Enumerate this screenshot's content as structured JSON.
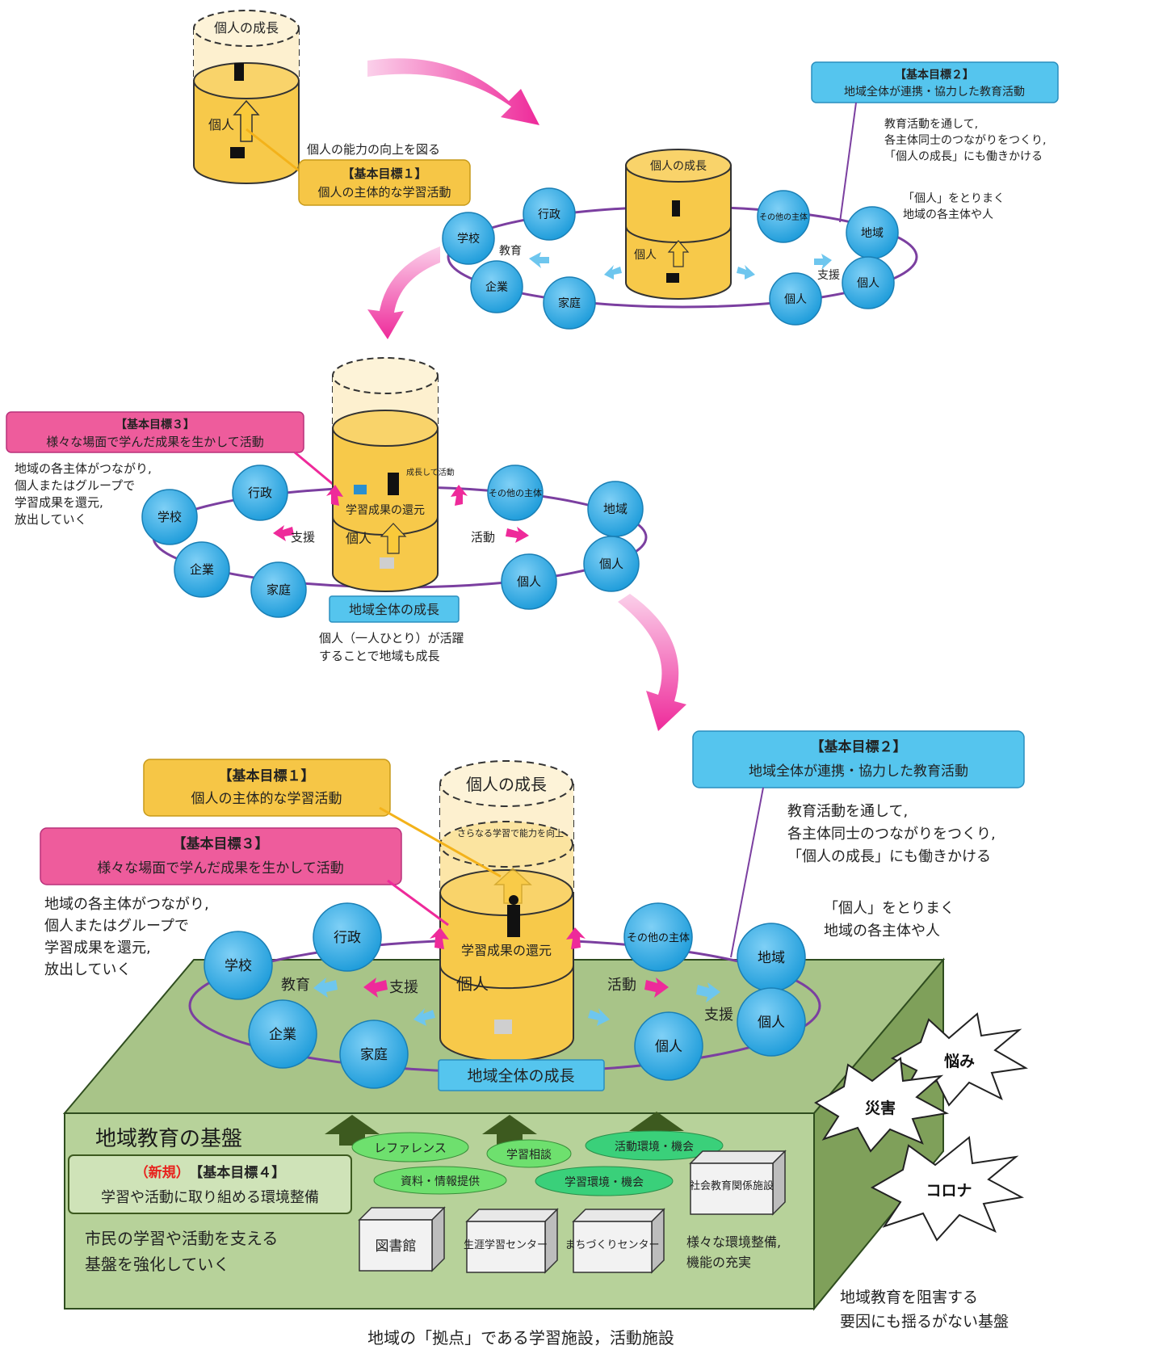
{
  "colors": {
    "magenta": "#ee2a9a",
    "ring": "#7b3fa0",
    "node_blue": "#2ea8e8",
    "box_blue": "#55c5ee",
    "box_yellow": "#f6c646",
    "box_pink": "#ee5c9c",
    "platform_green": "#9cb97a",
    "cylinder_yellow": "#f7c94a"
  },
  "stage1": {
    "cyl_top": "個人の成長",
    "cyl_side": "個人",
    "caption": "個人の能力の向上を図る",
    "goal_title": "【基本目標１】",
    "goal_text": "個人の主体的な学習活動"
  },
  "stage2": {
    "goal_title": "【基本目標２】",
    "goal_text": "地域全体が連携・協力した教育活動",
    "note1": [
      "教育活動を通して,",
      "各主体同士のつながりをつくり,",
      "「個人の成長」にも働きかける"
    ],
    "note2": [
      "「個人」をとりまく",
      "地域の各主体や人"
    ],
    "cyl_top": "個人の成長",
    "cyl_side": "個人",
    "nodes": [
      "学校",
      "行政",
      "企業",
      "家庭",
      "その他の主体",
      "地域",
      "個人",
      "個人"
    ],
    "label_edu": "教育",
    "label_support": "支援"
  },
  "stage3": {
    "goal_title": "【基本目標３】",
    "goal_text": "様々な場面で学んだ成果を生かして活動",
    "note": [
      "地域の各主体がつながり,",
      "個人またはグループで",
      "学習成果を還元,",
      "放出していく"
    ],
    "cyl_grow": "成長して活動",
    "cyl_return": "学習成果の還元",
    "cyl_side": "個人",
    "nodes": [
      "学校",
      "行政",
      "企業",
      "家庭",
      "その他の主体",
      "地域",
      "個人",
      "個人"
    ],
    "label_support": "支援",
    "label_activity": "活動",
    "growth_label": "地域全体の成長",
    "growth_note": [
      "個人（一人ひとり）が活躍",
      "することで地域も成長"
    ]
  },
  "stage4": {
    "goal1_title": "【基本目標１】",
    "goal1_text": "個人の主体的な学習活動",
    "goal2_title": "【基本目標２】",
    "goal2_text": "地域全体が連携・協力した教育活動",
    "goal3_title": "【基本目標３】",
    "goal3_text": "様々な場面で学んだ成果を生かして活動",
    "note_goal2": [
      "教育活動を通して,",
      "各主体同士のつながりをつくり,",
      "「個人の成長」にも働きかける"
    ],
    "note_surround": [
      "「個人」をとりまく",
      "地域の各主体や人"
    ],
    "note_goal3": [
      "地域の各主体がつながり,",
      "個人またはグループで",
      "学習成果を還元,",
      "放出していく"
    ],
    "cyl_top": "個人の成長",
    "cyl_more": "さらなる学習で能力を向上",
    "cyl_return": "学習成果の還元",
    "cyl_side": "個人",
    "nodes": [
      "学校",
      "行政",
      "企業",
      "家庭",
      "その他の主体",
      "地域",
      "個人",
      "個人"
    ],
    "label_edu": "教育",
    "label_support": "支援",
    "label_activity": "活動",
    "label_support2": "支援",
    "growth_label": "地域全体の成長",
    "base_title": "地域教育の基盤",
    "goal4_new": "（新規）",
    "goal4_title": "【基本目標４】",
    "goal4_text": "学習や活動に取り組める環境整備",
    "base_note": [
      "市民の学習や活動を支える",
      "基盤を強化していく"
    ],
    "ovals": [
      "レファレンス",
      "学習相談",
      "活動環境・機会",
      "資料・情報提供",
      "学習環境・機会"
    ],
    "facilities": [
      "図書館",
      "生涯学習センター",
      "まちづくりセンター",
      "社会教育関係施設"
    ],
    "facility_note": [
      "様々な環境整備,",
      "機能の充実"
    ],
    "bottom_caption": "地域の「拠点」である学習施設，活動施設",
    "threats": [
      "悩み",
      "災害",
      "コロナ"
    ],
    "threat_note": [
      "地域教育を阻害する",
      "要因にも揺るがない基盤"
    ]
  }
}
